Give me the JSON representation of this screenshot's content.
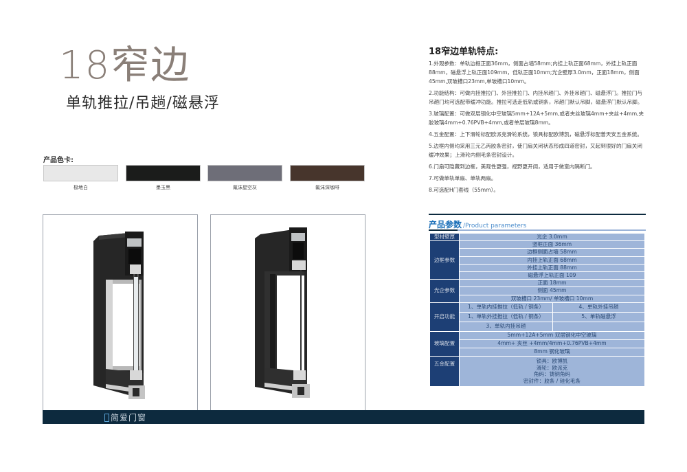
{
  "title": {
    "main": "18窄边",
    "subtitle": "单轨推拉/吊趟/磁悬浮"
  },
  "color_card": {
    "label": "产品色卡:",
    "swatches": [
      {
        "name": "极地白",
        "color": "#e8e8e8"
      },
      {
        "name": "墨玉黑",
        "color": "#1b1c1b"
      },
      {
        "name": "氟沫星空灰",
        "color": "#6e6e78"
      },
      {
        "name": "氟沫深咖啡",
        "color": "#47352c"
      }
    ]
  },
  "photos": [
    {
      "label": "double-glazed-frame-profile"
    },
    {
      "label": "single-glazed-frame-profile"
    }
  ],
  "footer": {
    "brand": "简爱门窗",
    "bar_color": "#0d2a3e"
  },
  "features": {
    "title": "18窄边单轨特点:",
    "items": [
      "1.外观参数：单轨边框正面36mm，侧面占墙58mm;内挂上轨正面68mm，外挂上轨正面88mm，磁悬浮上轨正面109mm，低轨正面10mm;光企壁厚3.0mm，正面18mm，侧面45mm,双玻槽口23mm,单玻槽口10mm。",
      "2.功能结构：可做内挂推拉门、外挂推拉门、内挂吊趟门、外挂吊趟门、磁悬浮门。推拉门与吊趟门均可选配带缓冲功能。推拉可选走低轨或铜条，吊趟门默认吊脚，磁悬浮门默认吊脚。",
      "3.玻璃配置：可做双层钢化中空玻璃5mm+12A+5mm,或者夹丝玻璃4mm+夹丝+4mm,夹胶玻璃4mm+0.76PVB+4mm,或者单层玻璃8mm。",
      "4.五金配置：上下滑轮标配欧派克滑轮系统，锁具标配欧博凯，磁悬浮标配普天安五金系统。",
      "5.边框内侧均采用三元乙丙胶条密封，使门扇关闭状态形成四道密封，又起到很好的门扇关闭缓冲效果；上滑轮内侧毛条密封设计。",
      "6.门扇可隐藏到边框，美观性更强，视野更开阔，适用于做室内隔断门。",
      "7.可做单轨单扇、单轨两扇。",
      "8.可选配H门套线（55mm）。"
    ]
  },
  "params": {
    "title_cn": "产品参数",
    "title_en": "/Product parameters",
    "accent": "#1a6fb8",
    "header_bg": "#1d3f75",
    "cell_bg": "#9eb5d9",
    "groups": {
      "wall": {
        "head": "型材壁厚",
        "rows": [
          "光企 3.0mm"
        ]
      },
      "frame": {
        "head": "边框参数",
        "rows": [
          "竖框正面 36mm",
          "边框侧面占墙 58mm",
          "内挂上轨正面 68mm",
          "外挂上轨正面 88mm",
          "磁悬浮上轨正面 109"
        ]
      },
      "guangqi": {
        "head": "光企参数",
        "rows": [
          "正面 18mm",
          "侧面 45mm",
          "双玻槽口 23mm/ 单玻槽口 10mm"
        ]
      },
      "opening": {
        "head": "开启功能",
        "rows": [
          [
            "1、单轨内挂推拉（低轨 / 铜条）",
            "4、单轨外挂吊趟"
          ],
          [
            "1、单轨外挂推拉（低轨 / 铜条）",
            "5、单轨磁悬浮"
          ],
          [
            "3、单轨内挂吊趟",
            ""
          ]
        ]
      },
      "glass": {
        "head": "玻璃配置",
        "rows": [
          "5mm+12A+5mm 双层钢化中空玻璃",
          "4mm+ 夹丝 +4mm/4mm+0.76PVB+4mm",
          "8mm 钢化玻璃"
        ]
      },
      "hardware": {
        "head": "五金配置",
        "lines": [
          "锁具：欧博凯",
          "滑轮：欧派克",
          "角码：铸铜角码",
          "密封件：胶条 / 硅化毛条"
        ]
      }
    }
  }
}
